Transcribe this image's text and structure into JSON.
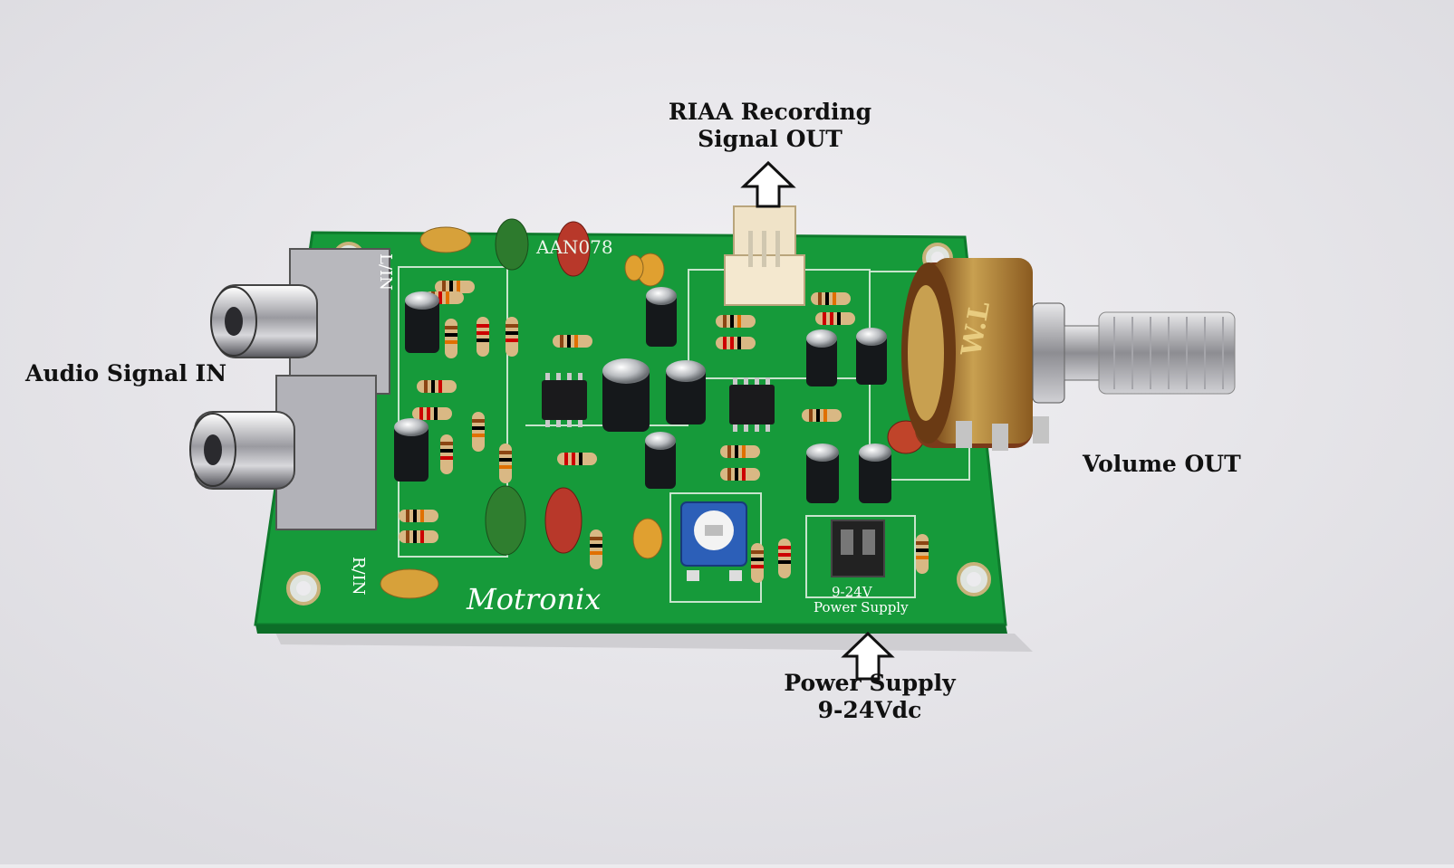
{
  "annotations": {
    "riaa_line1": "RIAA Recording",
    "riaa_line2": "Signal OUT",
    "audio_in": "Audio Signal IN",
    "volume_out": "Volume OUT",
    "power_line1": "Power Supply",
    "power_line2": "9-24Vdc"
  },
  "board": {
    "brand": "Motronix",
    "model": "AAN078",
    "power_label": "Power Supply",
    "voltage_label": "9-24V",
    "input_left": "L/IN",
    "input_right": "R/IN",
    "pot_marking": "W.L"
  },
  "colors": {
    "background": "#ecebee",
    "pcb_green": "#169a3a",
    "label_text": "#111111"
  }
}
